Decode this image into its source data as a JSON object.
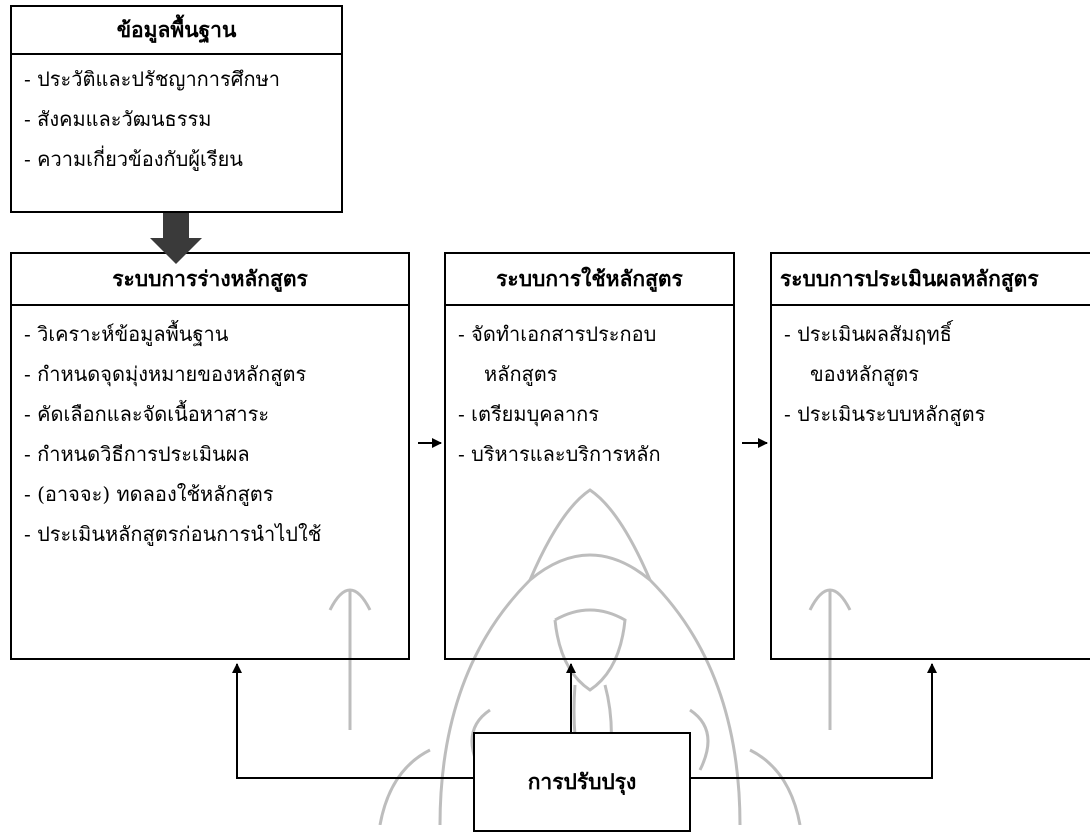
{
  "diagram": {
    "foundation": {
      "title": "ข้อมูลพื้นฐาน",
      "items": [
        "- ประวัติและปรัชญาการศึกษา",
        "- สังคมและวัฒนธรรม",
        "- ความเกี่ยวข้องกับผู้เรียน"
      ]
    },
    "drafting": {
      "title": "ระบบการร่างหลักสูตร",
      "items": [
        "- วิเคราะห์ข้อมูลพื้นฐาน",
        "- กำหนดจุดมุ่งหมายของหลักสูตร",
        "- คัดเลือกและจัดเนื้อหาสาระ",
        "- กำหนดวิธีการประเมินผล",
        "- (อาจจะ) ทดลองใช้หลักสูตร",
        "- ประเมินหลักสูตรก่อนการนำไปใช้"
      ]
    },
    "implementation": {
      "title": "ระบบการใช้หลักสูตร",
      "items": [
        "- จัดทำเอกสารประกอบ",
        "หลักสูตร",
        "- เตรียมบุคลากร",
        "- บริหารและบริการหลัก"
      ]
    },
    "evaluation": {
      "title": "ระบบการประเมินผลหลักสูตร",
      "items": [
        "- ประเมินผลสัมฤทธิ์",
        "ของหลักสูตร",
        "- ประเมินระบบหลักสูตร"
      ]
    },
    "improvement": {
      "title": "การปรับปรุง"
    }
  },
  "style": {
    "line_color": "#000000",
    "big_arrow_color": "#3a3a3a",
    "watermark_color": "#bdbdbd"
  }
}
